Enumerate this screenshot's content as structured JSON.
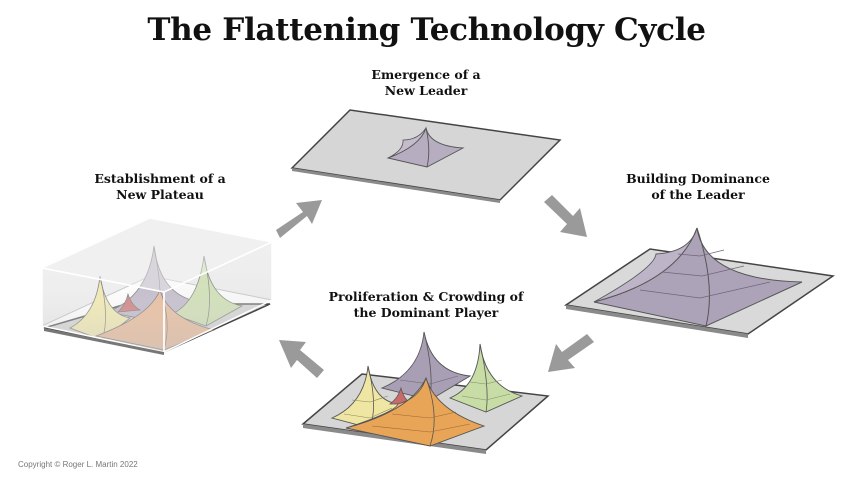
{
  "title": "The Flattening Technology Cycle",
  "stages": [
    {
      "line1": "Emergence of a",
      "line2": "New Leader"
    },
    {
      "line1": "Building Dominance",
      "line2": "of the Leader"
    },
    {
      "line1": "Proliferation & Crowding of",
      "line2": "the Dominant Player"
    },
    {
      "line1": "Establishment of a",
      "line2": "New Plateau"
    }
  ],
  "copyright": "Copyright © Roger L. Martin 2022",
  "colors": {
    "plate": "#d6d6d6",
    "plate_edge": "#444444",
    "leader": "#a99fb4",
    "yellow": "#efe6a4",
    "green": "#c8dca6",
    "orange": "#e8a457",
    "arrow": "#9a9a9a",
    "box": "#e2e2e2"
  }
}
